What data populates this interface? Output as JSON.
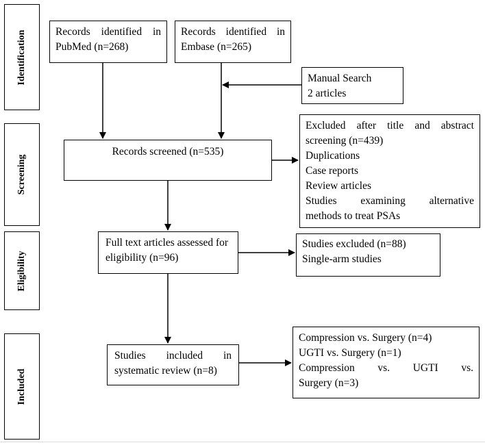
{
  "stages": {
    "identification": "Identification",
    "screening": "Screening",
    "eligibility": "Eligibility",
    "included": "Included"
  },
  "boxes": {
    "pubmed": "Records identified in PubMed (n=268)",
    "embase": "Records identified in Embase (n=265)",
    "manual_line1": "Manual Search",
    "manual_line2": "2 articles",
    "screened": "Records screened (n=535)",
    "excluded_title_line1": "Excluded after title and abstract screening (n=439)",
    "duplications": "Duplications",
    "case_reports": "Case reports",
    "review_articles": "Review articles",
    "alt_methods_line1": "Studies examining alternative",
    "alt_methods_line2": "methods to treat PSAs",
    "fulltext": "Full text articles assessed for eligibility (n=96)",
    "studies_excluded": "Studies excluded (n=88)",
    "single_arm": "Single-arm studies",
    "included_line1": "Studies included in",
    "included_line2": "systematic review (n=8)",
    "comp_surgery": "Compression vs. Surgery (n=4)",
    "ugti_surgery": "UGTI vs. Surgery (n=1)",
    "comp_ugti_line1": "Compression vs. UGTI vs.",
    "comp_ugti_line2": "Surgery (n=3)"
  }
}
